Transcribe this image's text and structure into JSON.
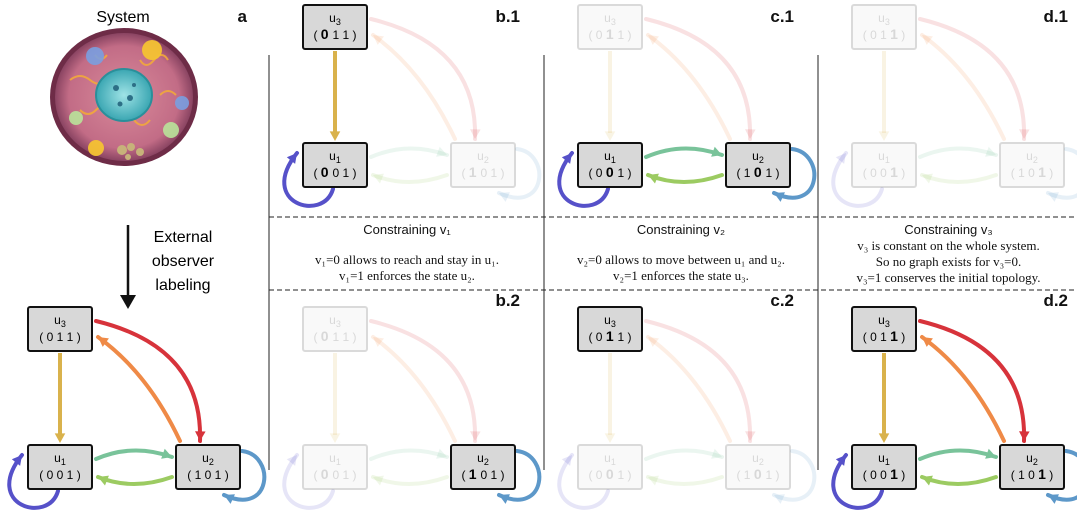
{
  "system_title": "System",
  "observer_label": [
    "External",
    "observer",
    "labeling"
  ],
  "panel_labels": {
    "a": "a",
    "b1": "b.1",
    "c1": "c.1",
    "d1": "d.1",
    "b2": "b.2",
    "c2": "c.2",
    "d2": "d.2"
  },
  "states": {
    "u1": {
      "name": "u",
      "sub": "1",
      "vector": [
        "0",
        "0",
        "1"
      ]
    },
    "u2": {
      "name": "u",
      "sub": "2",
      "vector": [
        "1",
        "0",
        "1"
      ]
    },
    "u3": {
      "name": "u",
      "sub": "3",
      "vector": [
        "0",
        "1",
        "1"
      ]
    }
  },
  "captions": {
    "b": {
      "title": "Constraining v₁",
      "lines": [
        "v₁=0 allows to reach and stay in u₁.",
        "v₁=1 enforces the state u₂."
      ]
    },
    "c": {
      "title": "Constraining v₂",
      "lines": [
        "v₂=0 allows to move between u₁ and u₂.",
        "v₂=1 enforces the state u₃."
      ]
    },
    "d": {
      "title": "Constraining v₃",
      "lines": [
        "v₃ is constant on the whole system.",
        "So no graph exists for v₃=0.",
        "v₃=1 conserves the initial topology."
      ]
    }
  },
  "edge_colors": {
    "u3_to_u1": "#d9b24c",
    "u3_to_u2": "#d7333b",
    "u2_to_u3": "#ef8a47",
    "u1_to_u2": "#79c39a",
    "u2_to_u1": "#9ccb62",
    "u1_self": "#5651c9",
    "u2_self": "#5d98c9"
  }
}
